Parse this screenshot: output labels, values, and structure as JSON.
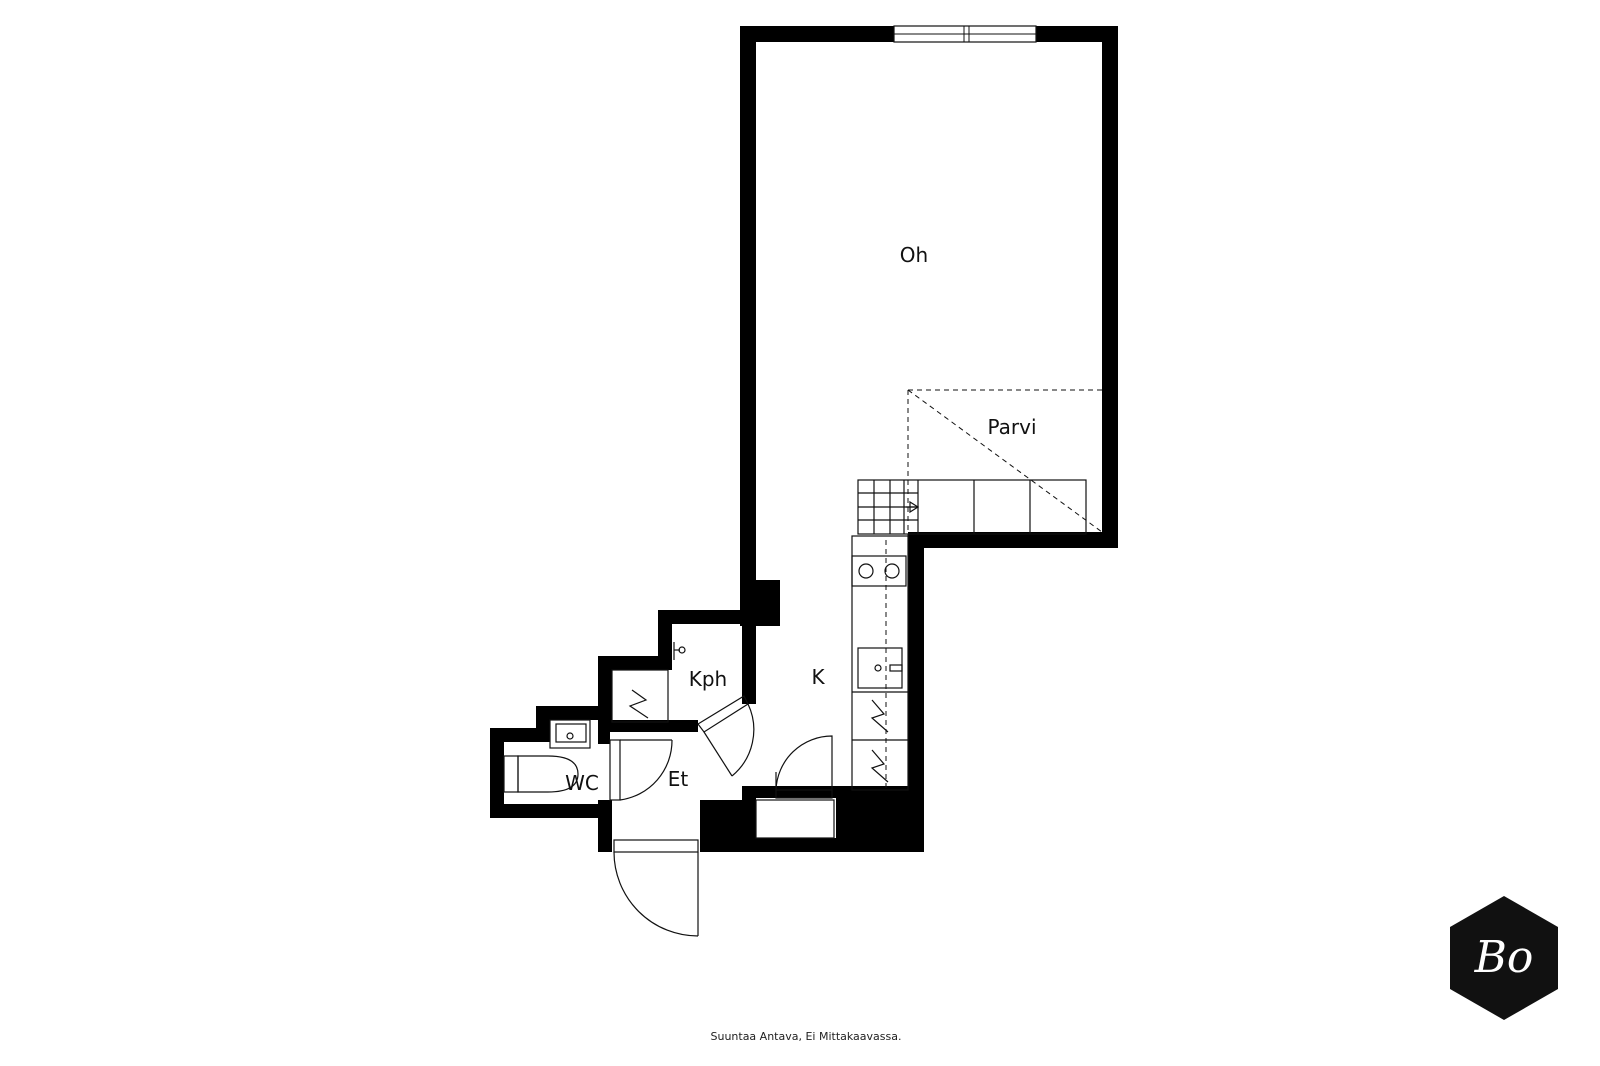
{
  "rooms": {
    "oh": "Oh",
    "parvi": "Parvi",
    "k": "K",
    "kph": "Kph",
    "et": "Et",
    "wc": "WC"
  },
  "footer": {
    "note": "Suuntaa Antava, Ei Mittakaavassa."
  },
  "logo": {
    "text": "Bo",
    "background_color": "#111111",
    "foreground_color": "#ffffff"
  },
  "colors": {
    "wall": "#000000",
    "line": "#111111",
    "background": "#ffffff"
  }
}
